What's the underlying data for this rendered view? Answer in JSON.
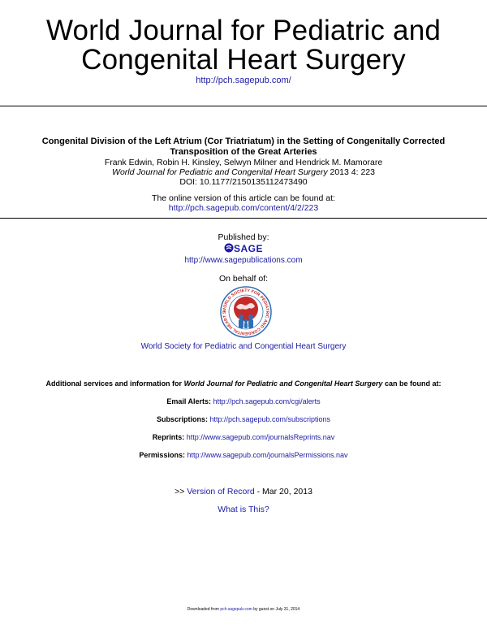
{
  "journal": {
    "title_line1": "World Journal for Pediatric and",
    "title_line2": "Congenital Heart Surgery",
    "url": "http://pch.sagepub.com/"
  },
  "article": {
    "title_line1": "Congenital Division of the Left Atrium (Cor Triatriatum) in the Setting of Congenitally Corrected",
    "title_line2": "Transposition of the Great Arteries",
    "authors": "Frank Edwin, Robin H. Kinsley, Selwyn Milner and Hendrick M. Mamorare",
    "citation_journal": "World Journal for Pediatric and Congenital Heart Surgery",
    "citation_rest": " 2013 4: 223",
    "doi": "DOI: 10.1177/2150135112473490"
  },
  "online": {
    "text": "The online version of this article can be found at:",
    "url": "http://pch.sagepub.com/content/4/2/223"
  },
  "publisher": {
    "label": "Published by:",
    "logo_text": "SAGE",
    "url": "http://www.sagepublications.com"
  },
  "behalf": {
    "label": "On behalf of:",
    "society": "World Society for Pediatric and Congential Heart Surgery",
    "seal_text": "WORLD SOCIETY FOR PEDIATRIC AND CONGENITAL HEART SURGERY"
  },
  "services": {
    "prefix": "Additional services and information for ",
    "journal": "World Journal for Pediatric and Congenital Heart Surgery",
    "suffix": " can be found at:",
    "rows": [
      {
        "label": "Email Alerts:",
        "value": "http://pch.sagepub.com/cgi/alerts"
      },
      {
        "label": "Subscriptions:",
        "value": "http://pch.sagepub.com/subscriptions"
      },
      {
        "label": "Reprints:",
        "value": "http://www.sagepub.com/journalsReprints.nav"
      },
      {
        "label": "Permissions:",
        "value": "http://www.sagepub.com/journalsPermissions.nav"
      }
    ]
  },
  "version": {
    "prefix": ">> ",
    "link": "Version of Record",
    "date": " - Mar 20, 2013",
    "whatis": "What is This?"
  },
  "footer": {
    "prefix": "Downloaded from ",
    "site": "pch.sagepub.com",
    "suffix": " by guest on July 31, 2014"
  }
}
